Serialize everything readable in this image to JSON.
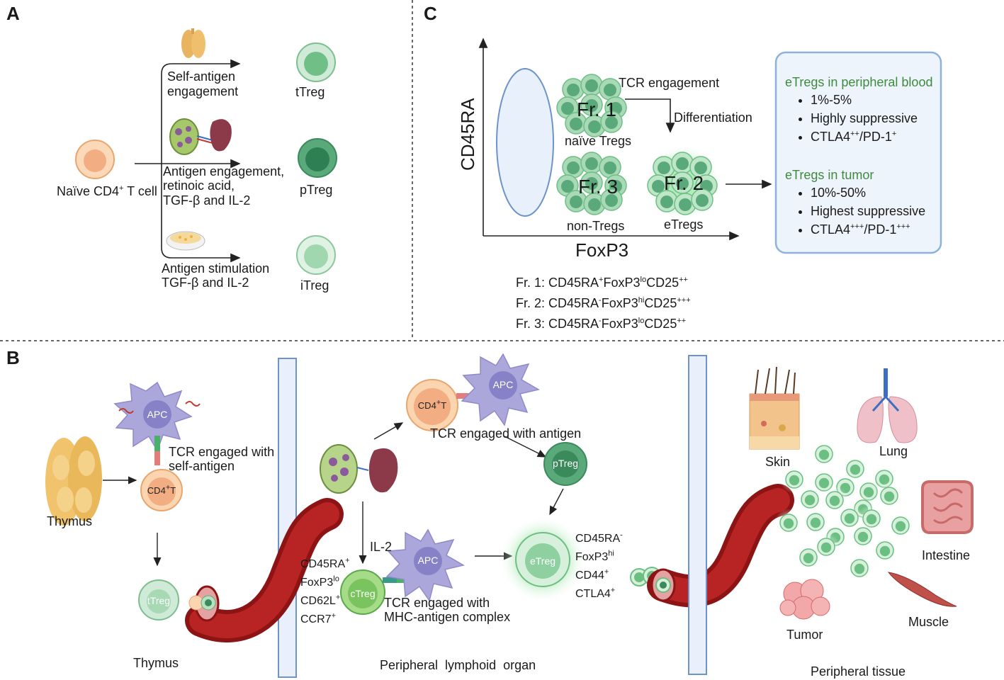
{
  "panels": {
    "a": "A",
    "b": "B",
    "c": "C"
  },
  "panel_a": {
    "naive_label": "Naïve CD4",
    "naive_sup": "+",
    "naive_suffix": " T cell",
    "route1_line1": "Self-antigen",
    "route1_line2": "engagement",
    "route2_line1": "Antigen engagement,",
    "route2_line2": "retinoic acid,",
    "route2_line3": "TGF-β and IL-2",
    "route3_line1": "Antigen stimulation",
    "route3_line2": "TGF-β and IL-2",
    "ttreg": "tTreg",
    "ptreg": "pTreg",
    "itreg": "iTreg"
  },
  "panel_c": {
    "y_axis": "CD45RA",
    "x_axis": "FoxP3",
    "fr1": "Fr. 1",
    "fr2": "Fr. 2",
    "fr3": "Fr. 3",
    "naive_tregs": "naïve Tregs",
    "non_tregs": "non-Tregs",
    "etregs": "eTregs",
    "tcr_engagement": "TCR engagement",
    "differentiation": "Differentiation",
    "box": {
      "blood_title": "eTregs in peripheral blood",
      "blood_1": "1%-5%",
      "blood_2": "Highly suppressive",
      "blood_3_a": "CTLA4",
      "blood_3_b": "++",
      "blood_3_c": "/PD-1",
      "blood_3_d": "+",
      "tumor_title": "eTregs in tumor",
      "tumor_1": "10%-50%",
      "tumor_2": "Highest suppressive",
      "tumor_3_a": "CTLA4",
      "tumor_3_b": "+++",
      "tumor_3_c": "/PD-1",
      "tumor_3_d": "+++"
    },
    "fr_defs": {
      "fr1_a": "Fr. 1: CD45RA",
      "fr1_b": "+",
      "fr1_c": "FoxP3",
      "fr1_d": "lo",
      "fr1_e": "CD25",
      "fr1_f": "++",
      "fr2_a": "Fr. 2: CD45RA",
      "fr2_b": "-",
      "fr2_c": "FoxP3",
      "fr2_d": "hi",
      "fr2_e": "CD25",
      "fr2_f": "+++",
      "fr3_a": "Fr. 3: CD45RA",
      "fr3_b": "-",
      "fr3_c": "FoxP3",
      "fr3_d": "lo",
      "fr3_e": "CD25",
      "fr3_f": "++"
    }
  },
  "panel_b": {
    "apc": "APC",
    "cd4t": "CD4",
    "cd4t_sup": "+",
    "cd4t_suffix": "T",
    "tcr_self_1": "TCR engaged with",
    "tcr_self_2": "self-antigen",
    "thymus_organ": "Thymus",
    "ttreg": "tTreg",
    "thymus_bottom": "Thymus",
    "tcr_antigen": "TCR engaged with antigen",
    "ptreg": "pTreg",
    "il2": "IL-2",
    "ctreg": "cTreg",
    "ctreg_markers": [
      {
        "a": "CD45RA",
        "b": "+"
      },
      {
        "a": "FoxP3",
        "b": "lo"
      },
      {
        "a": "CD62L",
        "b": "+"
      },
      {
        "a": "CCR7",
        "b": "+"
      }
    ],
    "tcr_mhc_1": "TCR engaged with",
    "tcr_mhc_2": "MHC-antigen complex",
    "etreg": "eTreg",
    "etreg_markers": [
      {
        "a": "CD45RA",
        "b": "-"
      },
      {
        "a": "FoxP3",
        "b": "hi"
      },
      {
        "a": "CD44",
        "b": "+"
      },
      {
        "a": "CTLA4",
        "b": "+"
      }
    ],
    "peripheral_lymphoid": "Peripheral  lymphoid  organ",
    "skin": "Skin",
    "lung": "Lung",
    "intestine": "Intestine",
    "tumor": "Tumor",
    "muscle": "Muscle",
    "peripheral_tissue": "Peripheral tissue"
  },
  "colors": {
    "naive_cell": "#f6c9a2",
    "treg_light": "#a9d9b7",
    "treg_mid": "#5aa97a",
    "treg_dark": "#2f7f55",
    "apc": "#a8a6d8",
    "vessel": "#a01c1c",
    "box_border": "#8fb1d9",
    "box_fill": "#eef4fb",
    "accent_green": "#3f8a3f"
  }
}
